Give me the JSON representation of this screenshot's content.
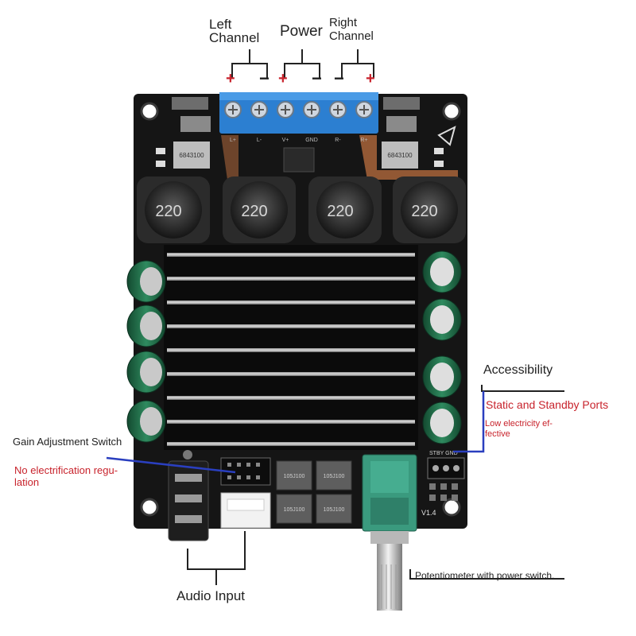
{
  "labels": {
    "left_channel_line1": "Left",
    "left_channel_line2": "Channel",
    "power": "Power",
    "right_channel_line1": "Right",
    "right_channel_line2": "Channel",
    "accessibility": "Accessibility",
    "static_standby": "Static and Standby Ports",
    "low_elec_line1": "Low electricity ef-",
    "low_elec_line2": "fective",
    "gain_switch": "Gain Adjustment Switch",
    "no_elec_line1": "No electrification regu-",
    "no_elec_line2": "lation",
    "audio_input": "Audio Input",
    "potentiometer": "Potentiometer with power switch."
  },
  "polarity": {
    "left_plus": "+",
    "left_minus": "−",
    "power_plus": "+",
    "power_minus": "−",
    "right_minus": "−",
    "right_plus": "+"
  },
  "board": {
    "inductor_mark": "220",
    "cap_mark": "105J100",
    "resistor_mark": "6843100",
    "version": "V1.4",
    "terminal_labels": [
      "L+",
      "L-",
      "V+",
      "GND",
      "R-",
      "R+"
    ],
    "standby_labels": "STBY GND"
  },
  "colors": {
    "board": "#151515",
    "terminal": "#2c7fd1",
    "heatsink": "#0b0b0b",
    "capacitor": "#1f6f4a",
    "pot": "#3a9a7e",
    "accent_red": "#c8232c",
    "pointer_blue": "#2a3fbf"
  }
}
